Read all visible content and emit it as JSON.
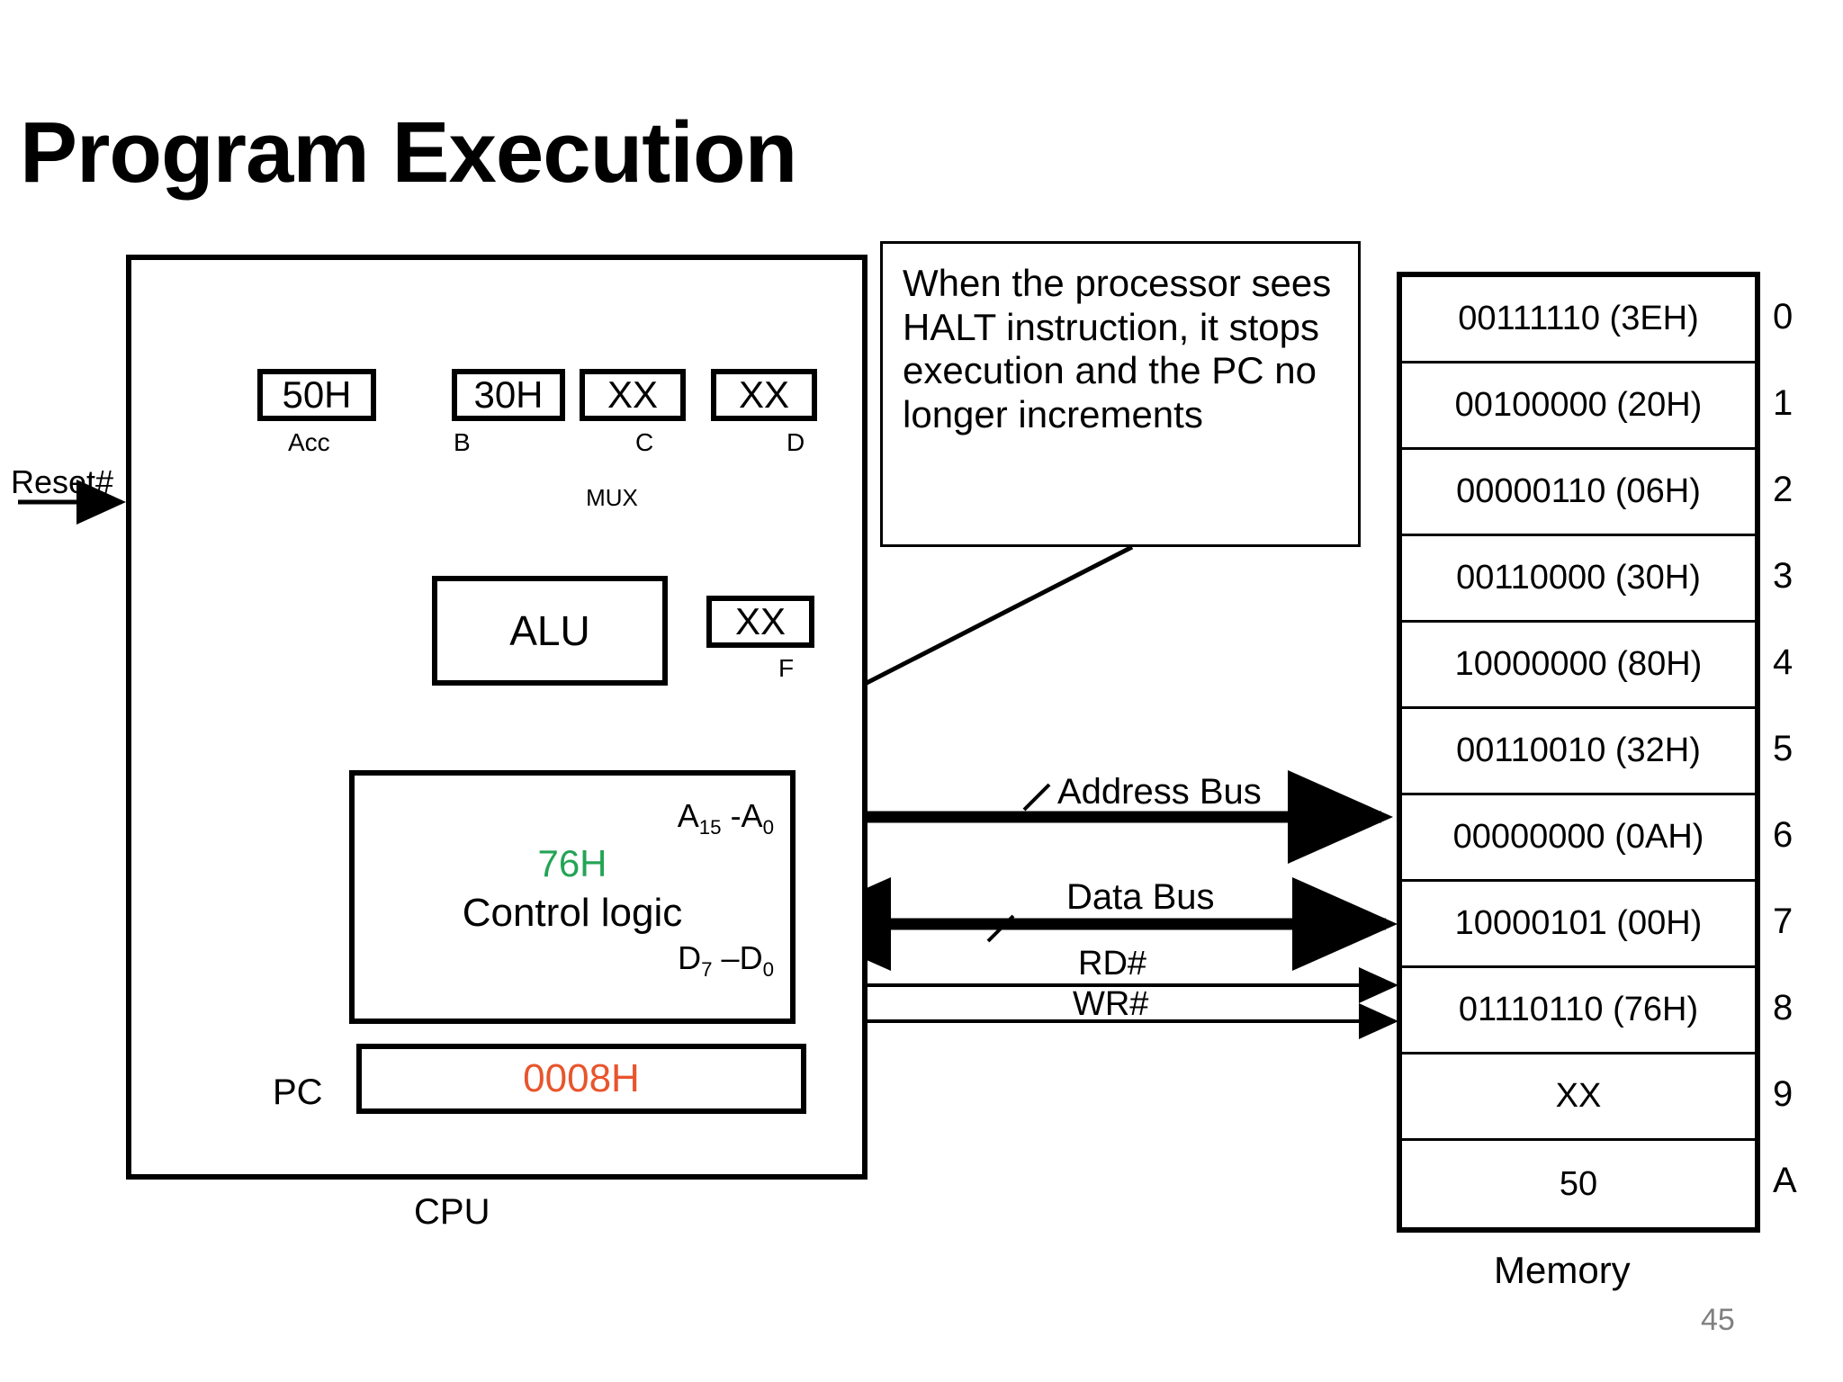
{
  "slide": {
    "title": "Program Execution",
    "page_number": "45"
  },
  "callout": {
    "text": "When the processor sees HALT instruction, it stops execution and the PC no longer increments"
  },
  "cpu": {
    "label": "CPU",
    "reset_label": "Reset#",
    "registers": [
      {
        "value": "50H",
        "name": "Acc"
      },
      {
        "value": "30H",
        "name": "B"
      },
      {
        "value": "XX",
        "name": "C"
      },
      {
        "value": "XX",
        "name": "D"
      }
    ],
    "mux_label": "MUX",
    "alu_label": "ALU",
    "flag_reg": {
      "value": "XX",
      "name": "F"
    },
    "control_logic": {
      "hex_value": "76H",
      "name": "Control logic",
      "address_label": "A15 -A0",
      "data_label": "D7 –D0"
    },
    "pc": {
      "label": "PC",
      "value": "0008H"
    }
  },
  "buses": {
    "address_bus": "Address Bus",
    "data_bus": "Data Bus",
    "rd": "RD#",
    "wr": "WR#"
  },
  "memory": {
    "label": "Memory",
    "rows": [
      {
        "value": "00111110 (3EH)",
        "address": "0"
      },
      {
        "value": "00100000 (20H)",
        "address": "1"
      },
      {
        "value": "00000110 (06H)",
        "address": "2"
      },
      {
        "value": "00110000 (30H)",
        "address": "3"
      },
      {
        "value": "10000000 (80H)",
        "address": "4"
      },
      {
        "value": "00110010 (32H)",
        "address": "5"
      },
      {
        "value": "00000000 (0AH)",
        "address": "6"
      },
      {
        "value": "10000101 (00H)",
        "address": "7"
      },
      {
        "value": "01110110 (76H)",
        "address": "8"
      },
      {
        "value": "XX",
        "address": "9"
      },
      {
        "value": "50",
        "address": "A"
      }
    ]
  },
  "colors": {
    "control_hex": "#23a455",
    "pc_value": "#e8552d",
    "mux_outline": "#3c6e9f",
    "internal_bus_blue": "#c5d9ef",
    "internal_bus_beige": "#edeade"
  }
}
